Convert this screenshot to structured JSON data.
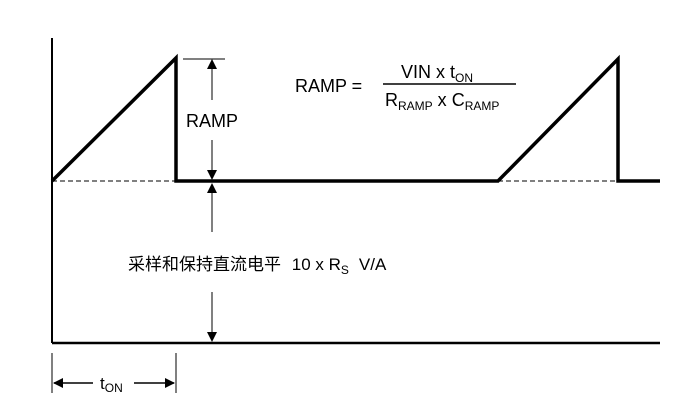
{
  "diagram": {
    "type": "waveform",
    "ramp_label": "RAMP",
    "formula": {
      "lhs": "RAMP =",
      "numerator": {
        "main": "VIN x t",
        "sub": "ON"
      },
      "denominator": {
        "r_main": "R",
        "r_sub": "RAMP",
        "times": " x ",
        "c_main": "C",
        "c_sub": "RAMP"
      }
    },
    "dc_level": {
      "chinese": "采样和保持直流电平",
      "value_prefix": "10 x R",
      "value_sub": "S",
      "unit": "V/A"
    },
    "ton": {
      "main": "t",
      "sub": "ON"
    }
  }
}
